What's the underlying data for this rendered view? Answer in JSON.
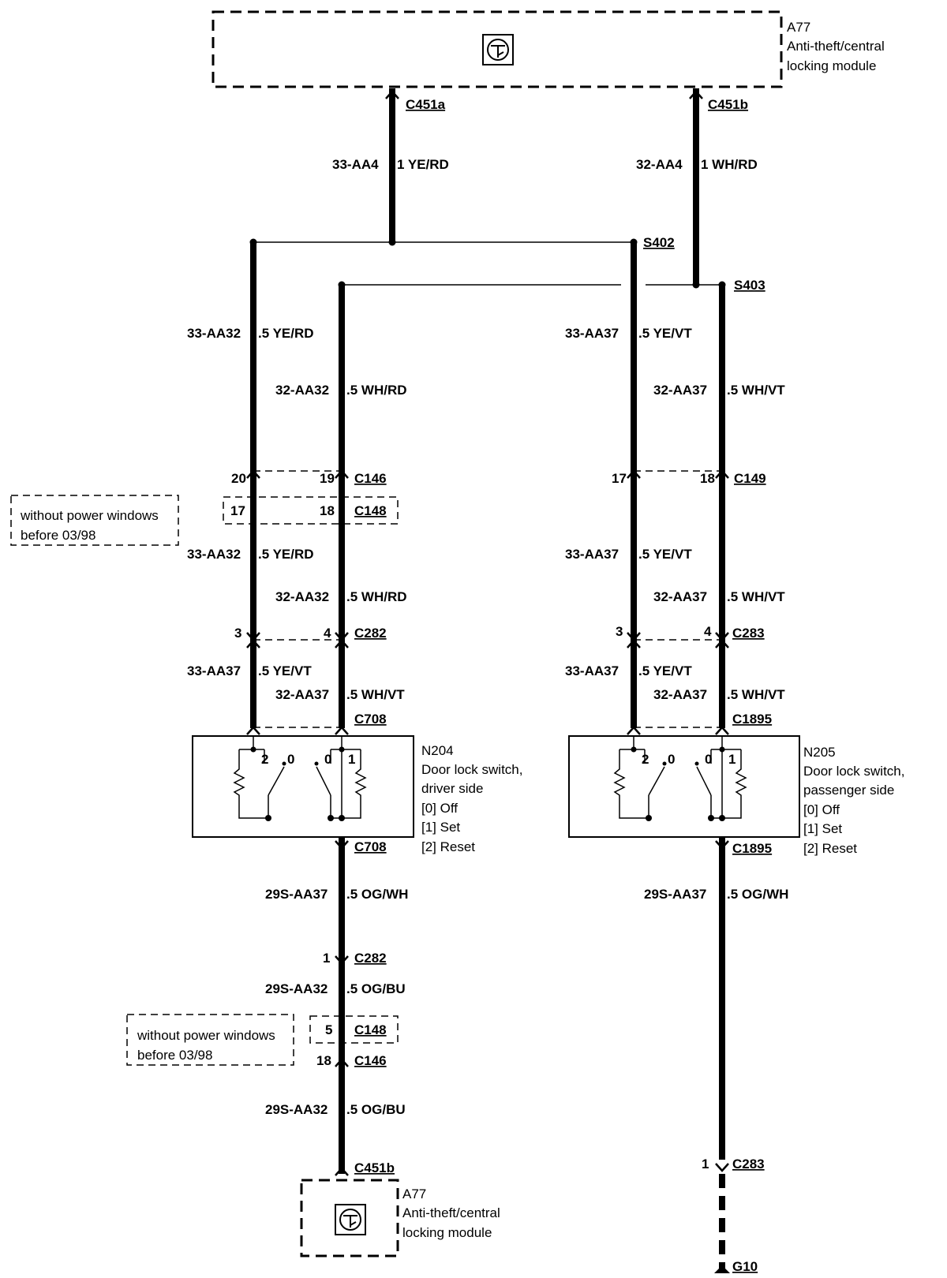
{
  "components": {
    "top_module": {
      "ref": "A77",
      "name_line1": "Anti-theft/central",
      "name_line2": "locking module"
    },
    "bottom_module": {
      "ref": "A77",
      "name_line1": "Anti-theft/central",
      "name_line2": "locking module"
    },
    "driver_switch": {
      "ref": "N204",
      "line1": "Door lock switch,",
      "line2": "driver side",
      "pos0": "[0] Off",
      "pos1": "[1] Set",
      "pos2": "[2] Reset"
    },
    "passenger_switch": {
      "ref": "N205",
      "line1": "Door lock switch,",
      "line2": "passenger side",
      "pos0": "[0] Off",
      "pos1": "[1] Set",
      "pos2": "[2] Reset"
    }
  },
  "switch_contacts": {
    "reset": "2",
    "off": "0",
    "set": "1"
  },
  "notes": {
    "upper": {
      "line1": "without power windows",
      "line2": "before 03/98"
    },
    "lower": {
      "line1": "without power windows",
      "line2": "before 03/98"
    }
  },
  "connectors": {
    "c451a": "C451a",
    "c451b_top": "C451b",
    "s402": "S402",
    "s403": "S403",
    "c146_top": "C146",
    "c148_top": "C148",
    "c149": "C149",
    "c282_top": "C282",
    "c283_top": "C283",
    "c708_top": "C708",
    "c1895_top": "C1895",
    "c708_bottom": "C708",
    "c1895_bottom": "C1895",
    "c282_bottom": "C282",
    "c148_bottom": "C148",
    "c146_bottom": "C146",
    "c451b_bottom": "C451b",
    "c283_bottom": "C283",
    "g10": "G10"
  },
  "pins": {
    "c146_w1": "20",
    "c146_w2": "19",
    "c148_w1": "17",
    "c148_w2": "18",
    "c149_w3": "17",
    "c149_w4": "18",
    "c282_w1": "3",
    "c282_w2": "4",
    "c283_w3": "3",
    "c283_w4": "4",
    "c282_bottom": "1",
    "c148_bottom": "5",
    "c146_bottom": "18",
    "c283_bottom": "1"
  },
  "wires": {
    "w_top_a": {
      "circuit": "33-AA4",
      "spec": "1 YE/RD"
    },
    "w_top_b": {
      "circuit": "32-AA4",
      "spec": "1 WH/RD"
    },
    "w1_seg1": {
      "circuit": "33-AA32",
      "spec": ".5 YE/RD"
    },
    "w2_seg1": {
      "circuit": "32-AA32",
      "spec": ".5 WH/RD"
    },
    "w3_seg1": {
      "circuit": "33-AA37",
      "spec": ".5 YE/VT"
    },
    "w4_seg1": {
      "circuit": "32-AA37",
      "spec": ".5 WH/VT"
    },
    "w1_seg2": {
      "circuit": "33-AA32",
      "spec": ".5 YE/RD"
    },
    "w2_seg2": {
      "circuit": "32-AA32",
      "spec": ".5 WH/RD"
    },
    "w3_seg2": {
      "circuit": "33-AA37",
      "spec": ".5 YE/VT"
    },
    "w4_seg2": {
      "circuit": "32-AA37",
      "spec": ".5 WH/VT"
    },
    "w1_seg3": {
      "circuit": "33-AA37",
      "spec": ".5 YE/VT"
    },
    "w2_seg3": {
      "circuit": "32-AA37",
      "spec": ".5 WH/VT"
    },
    "w3_seg3": {
      "circuit": "33-AA37",
      "spec": ".5 YE/VT"
    },
    "w4_seg3": {
      "circuit": "32-AA37",
      "spec": ".5 WH/VT"
    },
    "w_gnd_l1": {
      "circuit": "29S-AA37",
      "spec": ".5 OG/WH"
    },
    "w_gnd_r": {
      "circuit": "29S-AA37",
      "spec": ".5 OG/WH"
    },
    "w_gnd_l2": {
      "circuit": "29S-AA32",
      "spec": ".5 OG/BU"
    },
    "w_gnd_l3": {
      "circuit": "29S-AA32",
      "spec": ".5 OG/BU"
    }
  }
}
